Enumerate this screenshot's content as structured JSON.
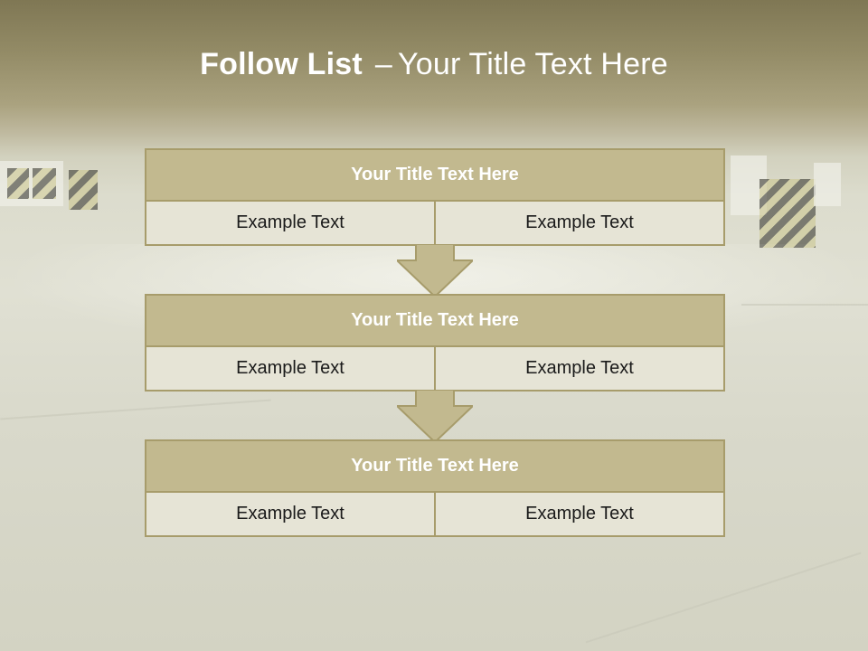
{
  "slide": {
    "title_strong": "Follow List",
    "title_dash": "–",
    "title_rest": "Your Title Text Here"
  },
  "steps": [
    {
      "title": "Your Title Text Here",
      "left": "Example Text",
      "right": "Example Text"
    },
    {
      "title": "Your Title Text Here",
      "left": "Example Text",
      "right": "Example Text"
    },
    {
      "title": "Your Title Text Here",
      "left": "Example Text",
      "right": "Example Text"
    }
  ],
  "colors": {
    "header_fill": "#c2b98f",
    "border": "#a79c6b",
    "cell_fill": "#e6e4d6",
    "arrow_fill": "#c2b98f"
  },
  "icons": {
    "connector": "down-arrow-icon"
  }
}
